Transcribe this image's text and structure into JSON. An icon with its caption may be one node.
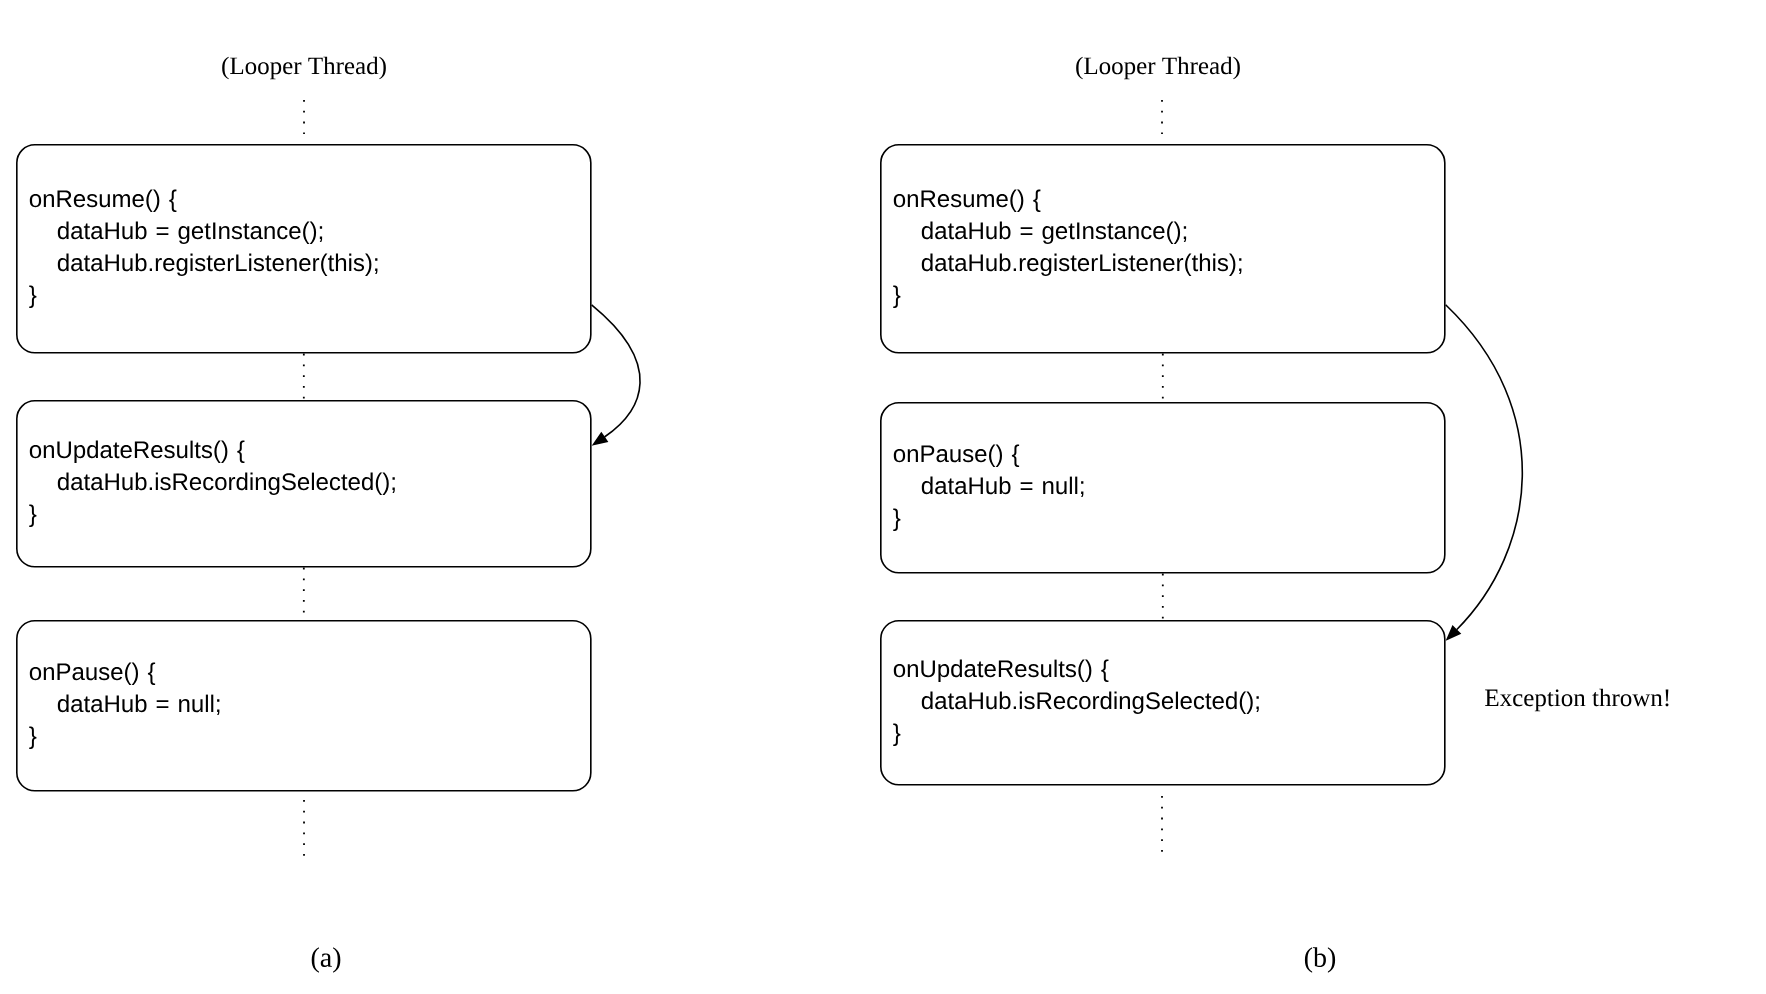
{
  "diagram": {
    "nodes": [
      {
        "text": [
          "onResume() {",
          "dataHub = getInstance();",
          "dataHub.registerListener(this);",
          "}"
        ]
      },
      {
        "text": [
          "onUpdateResults() {",
          "dataHub.isRecordingSelected();",
          "}"
        ]
      },
      {
        "text": [
          "onPause() {",
          "dataHub = null;",
          "}"
        ]
      },
      {
        "text": [
          "onResume() {",
          "dataHub = getInstance();",
          "dataHub.registerListener(this);",
          "}"
        ]
      },
      {
        "text": [
          "onPause() {",
          "dataHub = null;",
          "}"
        ]
      },
      {
        "text": [
          "onUpdateResults() {",
          "dataHub.isRecordingSelected();",
          "}"
        ],
        "beside": [
          "Exception thrown!"
        ]
      }
    ],
    "edges": [
      {
        "from": 0,
        "to": 1,
        "arrow": "none",
        "style": "dashed"
      },
      {
        "from": 1,
        "to": 2,
        "arrow": "none",
        "style": "dashed"
      },
      {
        "from": 0,
        "to": 1,
        "arrow": "to"
      },
      {
        "from": 3,
        "to": 4,
        "arrow": "none",
        "style": "dashed"
      },
      {
        "from": 4,
        "to": 5,
        "arrow": "none",
        "style": "dashed"
      },
      {
        "from": 3,
        "to": 5,
        "arrow": "to"
      }
    ],
    "labels": [
      "(Looper Thread)",
      "(Looper Thread)",
      "(a)",
      "(b)"
    ]
  }
}
